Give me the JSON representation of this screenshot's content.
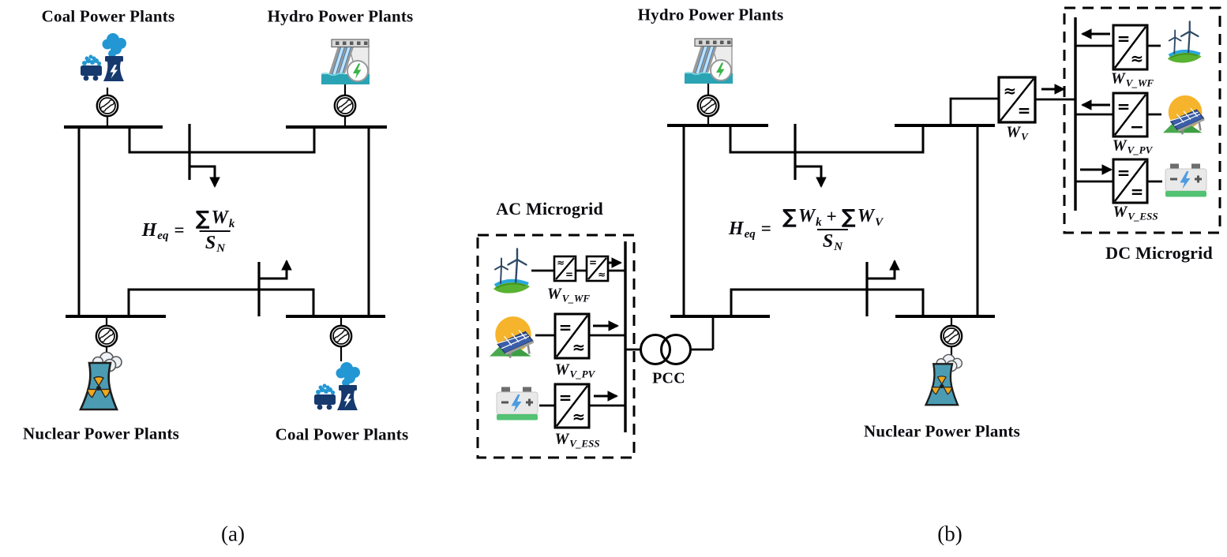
{
  "figure": {
    "type": "power-system one-line diagrams with microgrids",
    "panels": [
      "(a)",
      "(b)"
    ]
  },
  "panel_a": {
    "caption": "(a)",
    "labels": {
      "coal_top": "Coal Power Plants",
      "hydro": "Hydro Power Plants",
      "nuclear": "Nuclear Power Plants",
      "coal_bottom": "Coal Power Plants"
    },
    "formula": {
      "lhs": "H",
      "lhs_sub": "eq",
      "eq": "=",
      "sigma": "∑",
      "num_var": "W",
      "num_sub": "k",
      "den_var": "S",
      "den_sub": "N"
    }
  },
  "panel_b": {
    "caption": "(b)",
    "labels": {
      "hydro": "Hydro Power Plants",
      "nuclear": "Nuclear Power Plants",
      "pcc": "PCC",
      "ac_microgrid": "AC Microgrid",
      "dc_microgrid": "DC Microgrid"
    },
    "formula": {
      "lhs": "H",
      "lhs_sub": "eq",
      "eq": "=",
      "sigma1": "∑",
      "num_var1": "W",
      "num_sub1": "k",
      "plus": "+",
      "sigma2": "∑",
      "num_var2": "W",
      "num_sub2": "V",
      "den_var": "S",
      "den_sub": "N"
    },
    "converters": {
      "wv": {
        "base": "W",
        "sub": "V"
      },
      "ac_wf": {
        "base": "W",
        "sub": "V_WF"
      },
      "ac_pv": {
        "base": "W",
        "sub": "V_PV"
      },
      "ac_ess": {
        "base": "W",
        "sub": "V_ESS"
      },
      "dc_wf": {
        "base": "W",
        "sub": "V_WF"
      },
      "dc_pv": {
        "base": "W",
        "sub": "V_PV"
      },
      "dc_ess": {
        "base": "W",
        "sub": "V_ESS"
      }
    }
  },
  "glyphs": {
    "ac": "≈",
    "dc": "=",
    "dc_single": "−"
  },
  "icon_names": [
    "coal-plant-icon",
    "hydro-plant-icon",
    "nuclear-plant-icon",
    "wind-farm-icon",
    "solar-pv-icon",
    "battery-storage-icon",
    "generator-icon",
    "transformer-icon",
    "load-arrow-icon",
    "power-flow-arrow-icon"
  ],
  "palette": {
    "coal_navy": "#16396e",
    "smoke_blue": "#2397d3",
    "hydro_teal": "#2aa3b4",
    "nuclear_teal": "#4b9cb3",
    "grass_green": "#59b231",
    "sun_yellow": "#f6b42c",
    "panel_blue": "#3b5ea9",
    "battery_green": "#52c273",
    "bolt_blue": "#4d9be0",
    "bolt_green": "#3cb44a",
    "line_black": "#000000"
  }
}
